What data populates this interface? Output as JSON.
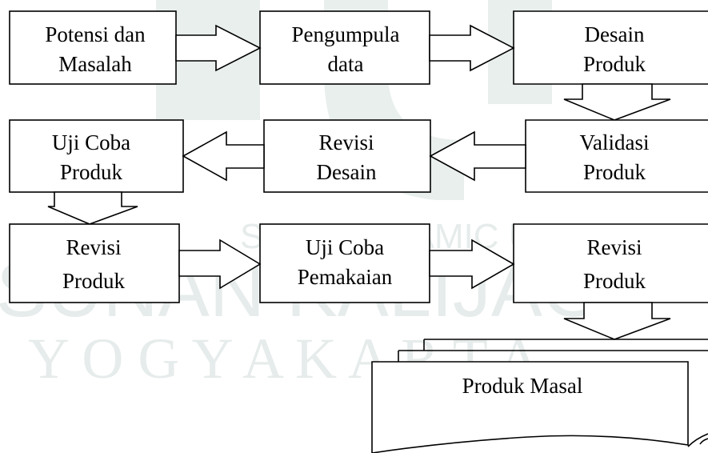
{
  "watermark": {
    "line1": "STATE ISLAMIC UNIVERSITY",
    "line2": "SUNAN KALIJAGA",
    "line3": "Y O G Y A K A R T A",
    "color": "#e6eceb",
    "logo_color": "#e8efec"
  },
  "steps": {
    "s1": {
      "line1": "Potensi dan",
      "line2": "Masalah"
    },
    "s2": {
      "line1": "Pengumpula",
      "line2": "data"
    },
    "s3": {
      "line1": "Desain",
      "line2": "Produk"
    },
    "s4": {
      "line1": "Validasi",
      "line2": "Produk"
    },
    "s5": {
      "line1": "Revisi",
      "line2": "Desain"
    },
    "s6": {
      "line1": "Uji Coba",
      "line2": "Produk"
    },
    "s7": {
      "line1": "Revisi",
      "line2": "Produk"
    },
    "s8": {
      "line1": "Uji Coba",
      "line2": "Pemakaian"
    },
    "s9": {
      "line1": "Revisi",
      "line2": "Produk"
    },
    "final": {
      "label": "Produk Masal"
    }
  }
}
